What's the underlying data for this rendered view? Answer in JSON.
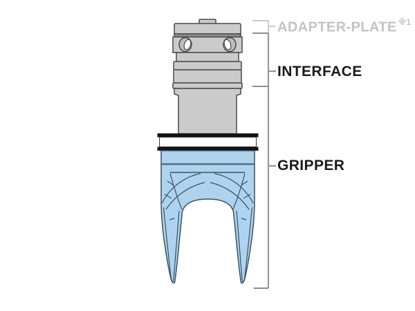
{
  "callouts": {
    "adapter_plate": {
      "label": "ADAPTER-PLATE",
      "footnote_marker": "※1"
    },
    "interface": {
      "label": "INTERFACE"
    },
    "gripper": {
      "label": "GRIPPER"
    }
  },
  "colors": {
    "metal_gray": "#cbcbcb",
    "metal_dark_band": "#8f8f8f",
    "metal_outline": "#4a4a4a",
    "gripper_blue": "#aed3ee",
    "gripper_outline": "#3c4f63",
    "gripper_slate_line": "#546e86",
    "flange_black": "#141414",
    "callout_muted_text": "#c3c3c3",
    "callout_dark_text": "#1a1a1a",
    "bracket_light": "#c2c2c2",
    "bracket_dark": "#8c8c8c"
  }
}
